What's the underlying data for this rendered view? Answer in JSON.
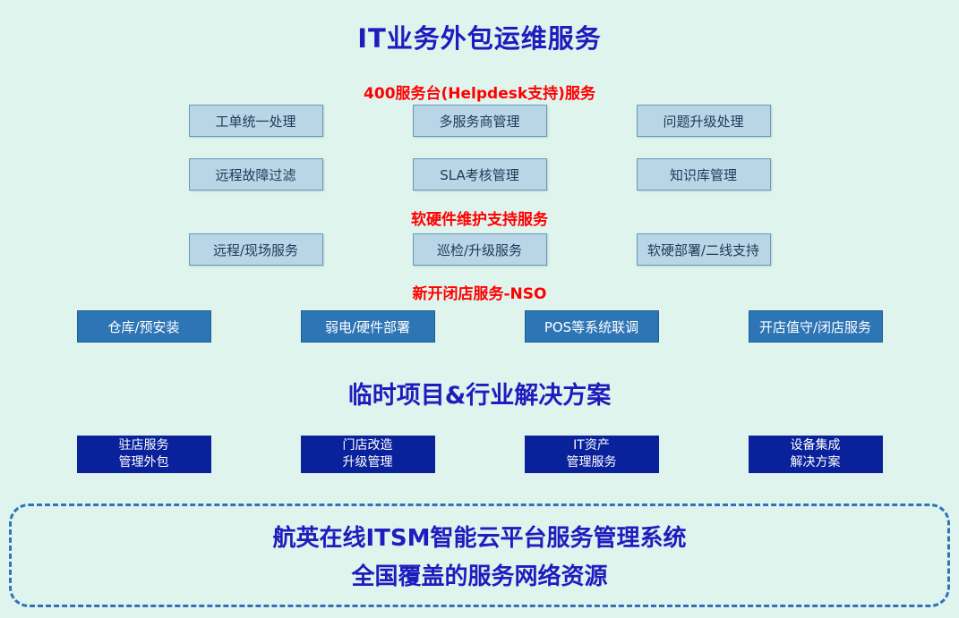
{
  "title": "IT业务外包运维服务",
  "sections": [
    {
      "heading": "400服务台(Helpdesk支持)服务",
      "rows": [
        [
          "工单统一处理",
          "多服务商管理",
          "问题升级处理"
        ],
        [
          "远程故障过滤",
          "SLA考核管理",
          "知识库管理"
        ]
      ]
    },
    {
      "heading": "软硬件维护支持服务",
      "rows": [
        [
          "远程/现场服务",
          "巡检/升级服务",
          "软硬部署/二线支持"
        ]
      ]
    },
    {
      "heading": "新开闭店服务-NSO",
      "rows": [
        [
          "仓库/预安装",
          "弱电/硬件部署",
          "POS等系统联调",
          "开店值守/闭店服务"
        ]
      ]
    }
  ],
  "projects": {
    "heading": "临时项目&行业解决方案",
    "boxes": [
      {
        "line1": "驻店服务",
        "line2": "管理外包"
      },
      {
        "line1": "门店改造",
        "line2": "升级管理"
      },
      {
        "line1": "IT资产",
        "line2": "管理服务"
      },
      {
        "line1": "设备集成",
        "line2": "解决方案"
      }
    ]
  },
  "footer": {
    "line1": "航英在线ITSM智能云平台服务管理系统",
    "line2": "全国覆盖的服务网络资源"
  },
  "colors": {
    "background": "#e0f4ee",
    "title_blue": "#1d1dbe",
    "heading_red": "#ff0000",
    "light_box_bg": "#b8d6e6",
    "mid_box_bg": "#2e75b6",
    "dark_box_bg": "#0a219c",
    "dashed_border": "#2e75b6"
  }
}
